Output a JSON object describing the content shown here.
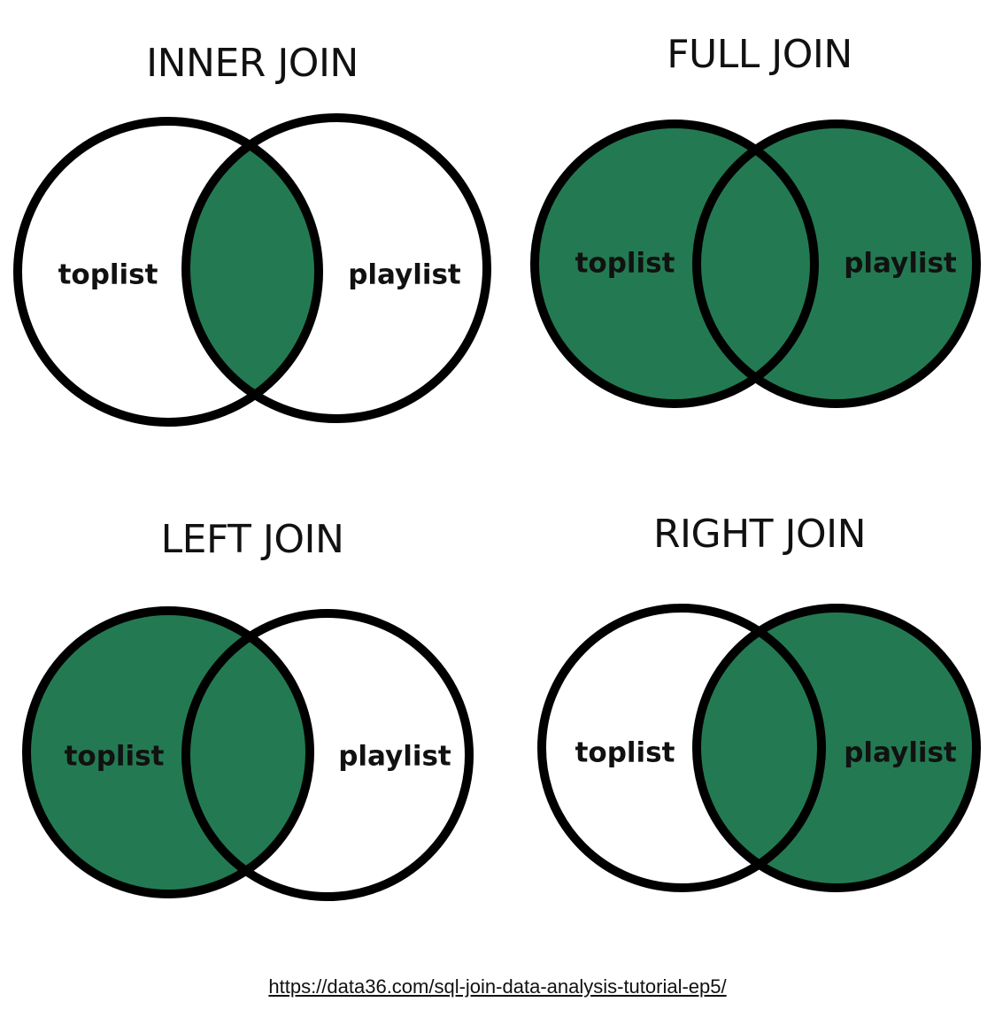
{
  "colors": {
    "fill": "#237a52",
    "empty": "#ffffff",
    "stroke": "#000000",
    "text": "#111111"
  },
  "diagrams": [
    {
      "title": "INNER JOIN",
      "left_label": "toplist",
      "right_label": "playlist",
      "highlight": {
        "left_only": false,
        "intersection": true,
        "right_only": false
      }
    },
    {
      "title": "FULL JOIN",
      "left_label": "toplist",
      "right_label": "playlist",
      "highlight": {
        "left_only": true,
        "intersection": true,
        "right_only": true
      }
    },
    {
      "title": "LEFT JOIN",
      "left_label": "toplist",
      "right_label": "playlist",
      "highlight": {
        "left_only": true,
        "intersection": true,
        "right_only": false
      }
    },
    {
      "title": "RIGHT JOIN",
      "left_label": "toplist",
      "right_label": "playlist",
      "highlight": {
        "left_only": false,
        "intersection": true,
        "right_only": true
      }
    }
  ],
  "footer": {
    "link_text": "https://data36.com/sql-join-data-analysis-tutorial-ep5/"
  }
}
